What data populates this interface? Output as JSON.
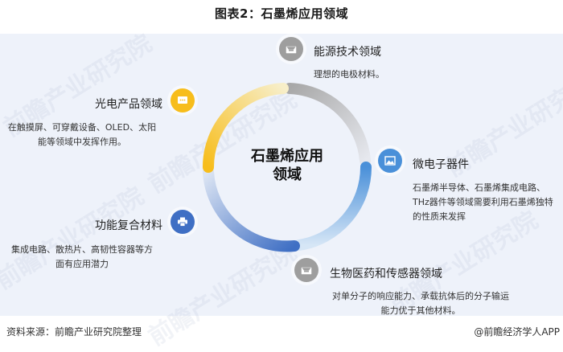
{
  "title": "图表2：石墨烯应用领域",
  "center_label": [
    "石墨烯应用",
    "领域"
  ],
  "colors": {
    "panel_bg": "#eef2fa",
    "gray": "#9e9e9e",
    "yellow": "#f7bd1b",
    "blue": "#4a90d9",
    "dark_blue": "#3f6fc4"
  },
  "nodes": [
    {
      "id": "energy",
      "title": "能源技术领域",
      "desc": [
        "理想的电极材料。"
      ],
      "icon": "inbox-icon",
      "color": "#9e9e9e"
    },
    {
      "id": "optoelectronics",
      "title": "光电产品领域",
      "desc": [
        "在触摸屏、可穿戴设备、OLED、太阳",
        "能等领域中发挥作用。"
      ],
      "icon": "chat-bubble-icon",
      "color": "#f7bd1b"
    },
    {
      "id": "microelectronics",
      "title": "微电子器件",
      "desc": [
        "石墨烯半导体、石墨烯集成电路、",
        "THz器件等领域需要利用石墨烯独特",
        "的性质来发挥"
      ],
      "icon": "image-icon",
      "color": "#4a90d9"
    },
    {
      "id": "composite",
      "title": "功能复合材料",
      "desc": [
        "集成电路、散热片、高韧性容器等方",
        "面有应用潜力"
      ],
      "icon": "printer-icon",
      "color": "#3f6fc4"
    },
    {
      "id": "biomedical",
      "title": "生物医药和传感器领域",
      "desc": [
        "对单分子的响应能力、承载抗体后的分子输运",
        "能力优于其他材料。"
      ],
      "icon": "inbox-icon",
      "color": "#9e9e9e"
    }
  ],
  "footer": {
    "source": "资料来源：前瞻产业研究院整理",
    "credit": "@前瞻经济学人APP"
  },
  "watermark": "前瞻产业研究院"
}
